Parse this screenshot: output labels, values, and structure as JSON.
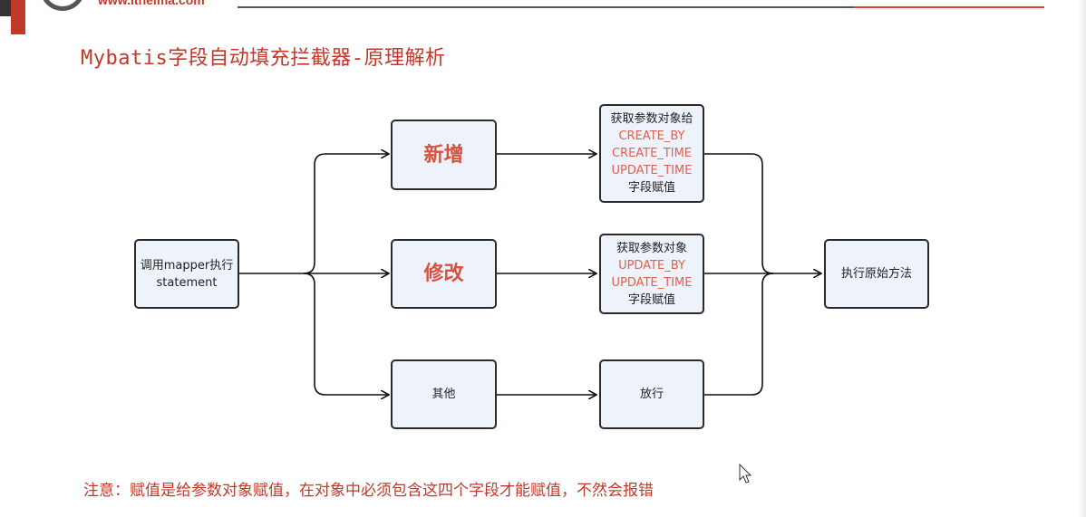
{
  "header": {
    "url_text": "www.itheima.com"
  },
  "title": "Mybatis字段自动填充拦截器-原理解析",
  "flow": {
    "start": {
      "line1": "调用mapper执行",
      "line2": "statement"
    },
    "branches": {
      "insert": "新增",
      "update": "修改",
      "other": "其他"
    },
    "actions": {
      "insert": {
        "line1": "获取参数对象给",
        "fields": [
          "CREATE_BY",
          "CREATE_TIME",
          "UPDATE_TIME"
        ],
        "line_last": "字段赋值"
      },
      "update": {
        "line1": "获取参数对象",
        "fields": [
          "UPDATE_BY",
          "UPDATE_TIME"
        ],
        "line_last": "字段赋值"
      },
      "other": "放行"
    },
    "end": "执行原始方法"
  },
  "note": "注意：赋值是给参数对象赋值，在对象中必须包含这四个字段才能赋值，不然会报错",
  "colors": {
    "accent": "#c0392b",
    "box_fill": "#eef2fb",
    "field_red": "#e0614c"
  }
}
